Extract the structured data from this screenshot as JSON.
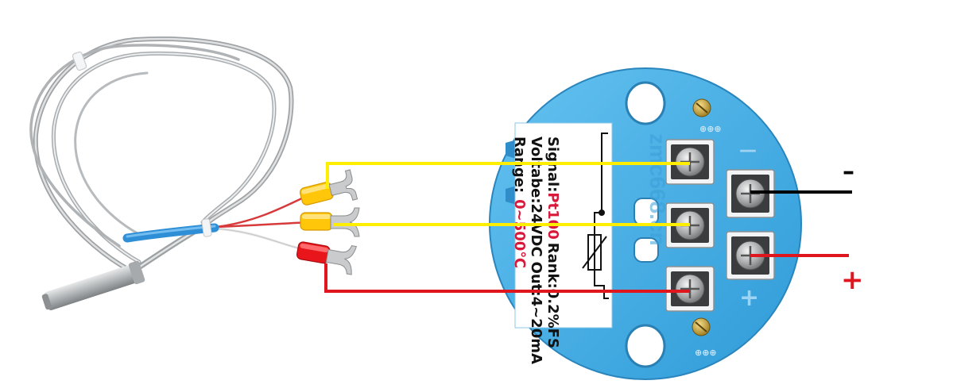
{
  "label_text": {
    "signal": "Signal:",
    "signal_value": "Pt100",
    "rank": "Rank:0.2%FS",
    "voltage": "Voltabe:24VDC",
    "output": "Out:4~20mA",
    "range": "Range:",
    "range_value": "0~500℃"
  },
  "polarity": {
    "minus": "–",
    "plus": "+"
  },
  "housing_marks": {
    "top": "⊕⊕⊕",
    "bottom": "⊕⊕⊕",
    "side_minus": "—",
    "side_plus": "+"
  },
  "watermark": "zmc668.cn",
  "colors": {
    "wire_yellow": "#ffee00",
    "wire_red": "#e0161e",
    "wire_black": "#000000",
    "housing_blue": "#46aee6",
    "terminal_lug_yellow": "#ffc60a",
    "terminal_lug_red": "#e8161b",
    "sheath_blue": "#2f8fd6",
    "probe_steel": "#b9bcbe",
    "value_red": "#d9183a"
  }
}
